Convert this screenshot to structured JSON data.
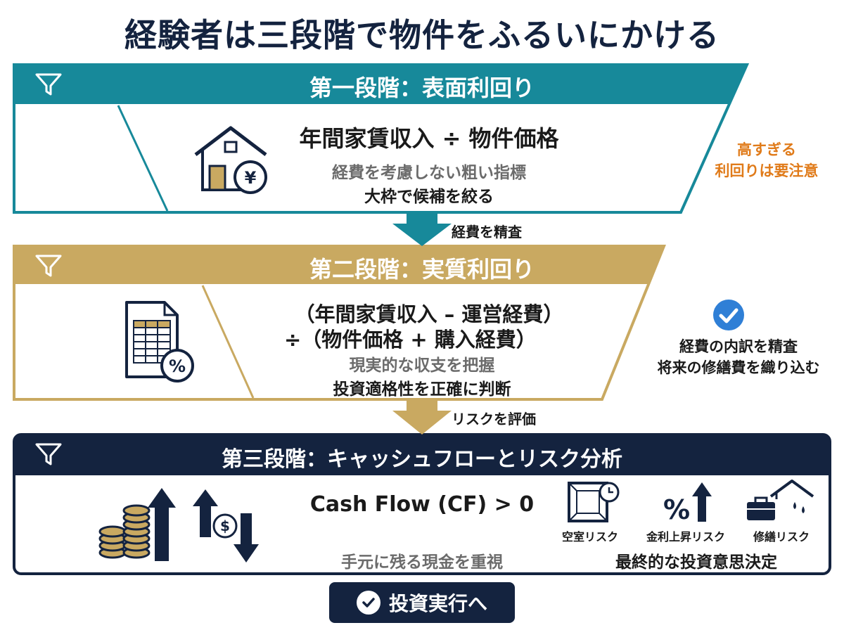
{
  "title": "経験者は三段階で物件をふるいにかける",
  "colors": {
    "stage1": "#17899a",
    "stage2": "#c9a961",
    "stage3": "#14233f",
    "warning": "#e07b1a",
    "check": "#2f7fd6"
  },
  "stage1": {
    "title": "第一段階：表面利回り",
    "formula": "年間家賃収入 ÷ 物件価格",
    "sub1": "経費を考慮しない粗い指標",
    "sub2": "大枠で候補を絞る",
    "icon": "house-yen-icon"
  },
  "arrow1": {
    "label": "経費を精査"
  },
  "note1": {
    "line1": "高すぎる",
    "line2": "利回りは要注意"
  },
  "stage2": {
    "title": "第二段階：実質利回り",
    "formula1": "（年間家賃収入 – 運営経費）",
    "formula2": "÷（物件価格 + 購入経費）",
    "sub1": "現実的な収支を把握",
    "sub2": "投資適格性を正確に判断",
    "icon": "spreadsheet-percent-icon"
  },
  "note2": {
    "line1": "経費の内訳を精査",
    "line2": "将来の修繕費を織り込む",
    "icon": "check-circle-icon"
  },
  "arrow2": {
    "label": "リスクを評価"
  },
  "stage3": {
    "title": "第三段階：キャッシュフローとリスク分析",
    "formula": "Cash Flow (CF) > 0",
    "sub1": "手元に残る現金を重視",
    "sub2": "最終的な投資意思決定",
    "risks": [
      {
        "label": "空室リスク",
        "icon": "vacancy-room-icon"
      },
      {
        "label": "金利上昇リスク",
        "icon": "interest-rate-icon"
      },
      {
        "label": "修繕リスク",
        "icon": "repair-leak-icon"
      }
    ]
  },
  "execute": {
    "label": "投資実行へ"
  }
}
